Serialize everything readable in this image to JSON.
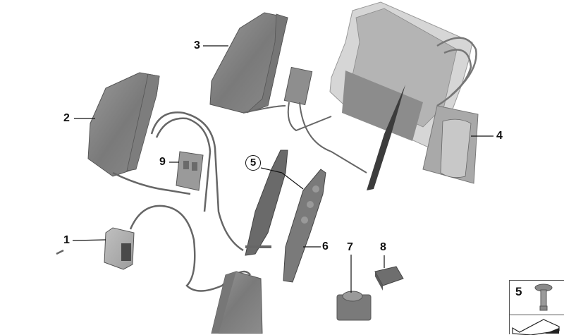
{
  "diagram": {
    "type": "exploded-parts-diagram",
    "colors": {
      "part_dark": "#6e6e6e",
      "part_mid": "#8a8a8a",
      "part_light": "#b5b5b5",
      "frame_light": "#d4d4d4",
      "cable": "#666666",
      "leader_line": "#111111",
      "background": "#ffffff"
    },
    "callouts": [
      {
        "id": "1",
        "label": "1",
        "circled": false
      },
      {
        "id": "2",
        "label": "2",
        "circled": false
      },
      {
        "id": "3",
        "label": "3",
        "circled": false
      },
      {
        "id": "4",
        "label": "4",
        "circled": false
      },
      {
        "id": "5",
        "label": "5",
        "circled": true
      },
      {
        "id": "6",
        "label": "6",
        "circled": false
      },
      {
        "id": "7",
        "label": "7",
        "circled": false
      },
      {
        "id": "8",
        "label": "8",
        "circled": false
      },
      {
        "id": "9",
        "label": "9",
        "circled": false
      }
    ],
    "inset": {
      "label": "5",
      "icon": "push-rivet-clip-icon",
      "lower_icon": "panel-corner-icon"
    }
  }
}
